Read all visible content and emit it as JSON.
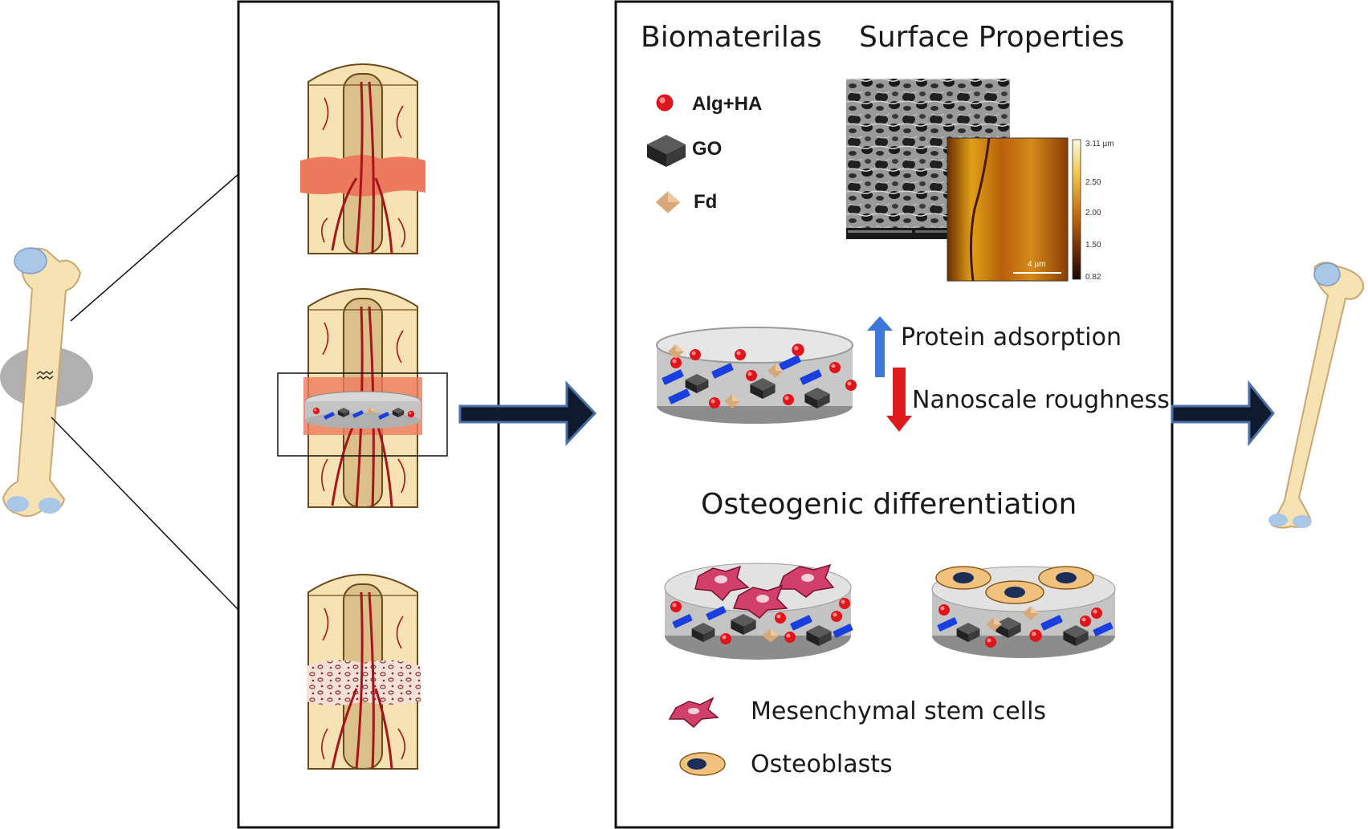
{
  "headings": {
    "biomaterials": "Biomaterilas",
    "surface": "Surface Properties",
    "osteogenic": "Osteogenic differentiation"
  },
  "legend": {
    "alg_ha": "Alg+HA",
    "go": "GO",
    "fd": "Fd",
    "msc": "Mesenchymal stem cells",
    "osteoblasts": "Osteoblasts"
  },
  "properties": {
    "protein": "Protein adsorption",
    "roughness": "Nanoscale roughness"
  },
  "afm": {
    "colorbar_ticks": [
      "3.11 µm",
      "2.50",
      "2.00",
      "1.50",
      "0.82"
    ],
    "scale_bar": "4 µm"
  },
  "colors": {
    "alg_ha": "#e0141b",
    "go": "#3a3a3a",
    "fd": "#d9a878",
    "up_arrow": "#3c78d8",
    "down_arrow": "#e01a1a",
    "big_arrow": "#0f1a2e",
    "msc": "#d0406a",
    "osteoblast": "#f1c27d",
    "blood_vessel": "#a8141b",
    "bone": "#f6e2b3",
    "hematoma": "#ec7a5c"
  }
}
